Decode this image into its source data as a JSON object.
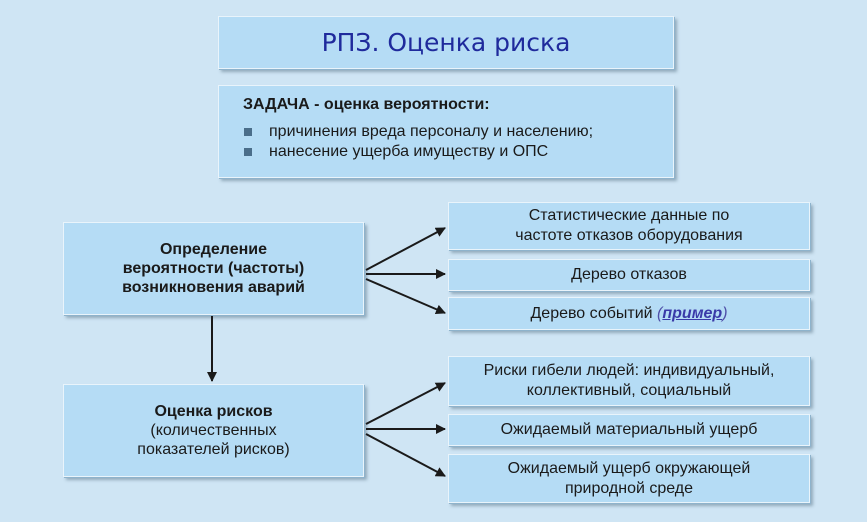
{
  "title": "РПЗ. Оценка риска",
  "task": {
    "heading": "ЗАДАЧА - оценка вероятности:",
    "items": [
      "причинения вреда персоналу и населению;",
      "нанесение ущерба имуществу и ОПС"
    ]
  },
  "probability_box": {
    "lines": [
      "Определение",
      "вероятности (частоты)",
      "возникновения аварий"
    ]
  },
  "risk_box": {
    "line1": "Оценка рисков",
    "line2": "(количественных",
    "line3": "показателей рисков)"
  },
  "probability_methods": {
    "stat_line1": "Статистические данные по",
    "stat_line2": "частоте отказов оборудования",
    "fault_tree": "Дерево отказов",
    "event_tree": "Дерево событий",
    "example_link": "пример"
  },
  "risk_outputs": {
    "death_line1": "Риски гибели людей: индивидуальный,",
    "death_line2": "коллективный, социальный",
    "material": "Ожидаемый материальный ущерб",
    "env_line1": "Ожидаемый ущерб окружающей",
    "env_line2": "природной среде"
  },
  "colors": {
    "background": "#cfe5f4",
    "box_fill": "#b5dcf5",
    "title_text": "#1f2a9c",
    "arrow": "#1a1a1a"
  }
}
